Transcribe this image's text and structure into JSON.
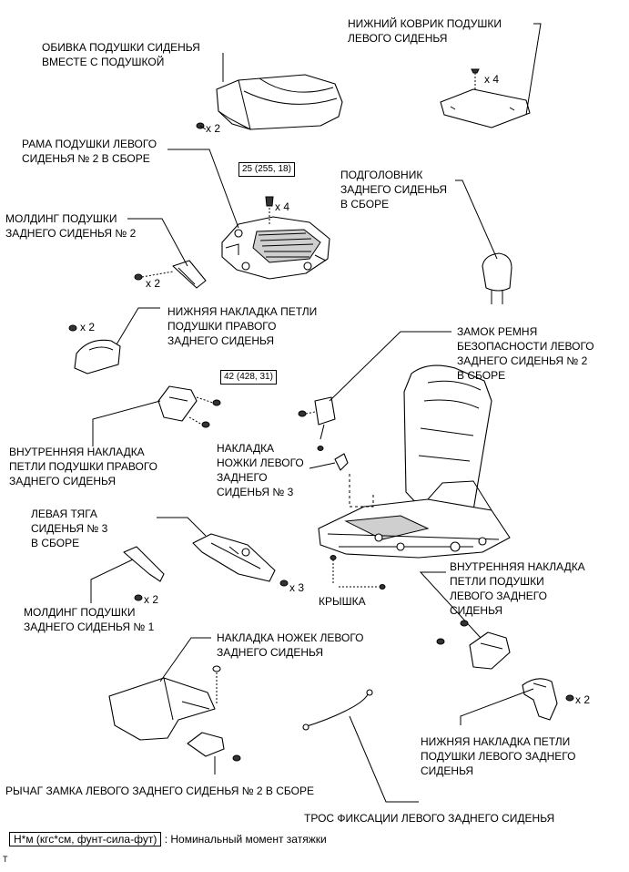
{
  "labels": {
    "cushion_cover": "ОБИВКА ПОДУШКИ СИДЕНЬЯ\nВМЕСТЕ С ПОДУШКОЙ",
    "lower_mat": "НИЖНИЙ КОВРИК ПОДУШКИ\nЛЕВОГО СИДЕНЬЯ",
    "cushion_frame": "РАМА ПОДУШКИ ЛЕВОГО\nСИДЕНЬЯ № 2 В СБОРЕ",
    "headrest": "ПОДГОЛОВНИК\nЗАДНЕГО СИДЕНЬЯ\nВ СБОРЕ",
    "molding_2": "МОЛДИНГ ПОДУШКИ\nЗАДНЕГО СИДЕНЬЯ № 2",
    "lower_hinge_cover_right": "НИЖНЯЯ НАКЛАДКА ПЕТЛИ\nПОДУШКИ ПРАВОГО\nЗАДНЕГО СИДЕНЬЯ",
    "seatbelt_buckle": "ЗАМОК РЕМНЯ\nБЕЗОПАСНОСТИ ЛЕВОГО\nЗАДНЕГО СИДЕНЬЯ № 2\nВ СБОРЕ",
    "inner_hinge_cover_right": "ВНУТРЕННЯЯ НАКЛАДКА\nПЕТЛИ ПОДУШКИ ПРАВОГО\nЗАДНЕГО СИДЕНЬЯ",
    "leg_cover_3": "НАКЛАДКА\nНОЖКИ ЛЕВОГО\nЗАДНЕГО\nСИДЕНЬЯ № 3",
    "left_link_3": "ЛЕВАЯ ТЯГА\nСИДЕНЬЯ № 3\nВ СБОРЕ",
    "inner_hinge_cover_left": "ВНУТРЕННЯЯ НАКЛАДКА\nПЕТЛИ ПОДУШКИ\nЛЕВОГО ЗАДНЕГО\nСИДЕНЬЯ",
    "cover": "КРЫШКА",
    "molding_1": "МОЛДИНГ ПОДУШКИ\nЗАДНЕГО СИДЕНЬЯ № 1",
    "leg_cover_left": "НАКЛАДКА НОЖЕК ЛЕВОГО\nЗАДНЕГО СИДЕНЬЯ",
    "lower_hinge_cover_left": "НИЖНЯЯ НАКЛАДКА ПЕТЛИ\nПОДУШКИ ЛЕВОГО ЗАДНЕГО\nСИДЕНЬЯ",
    "lock_lever": "РЫЧАГ ЗАМКА ЛЕВОГО ЗАДНЕГО СИДЕНЬЯ № 2 В СБОРЕ",
    "lock_cable": "ТРОС ФИКСАЦИИ ЛЕВОГО ЗАДНЕГО СИДЕНЬЯ"
  },
  "quantities": {
    "q_cover": "x 2",
    "q_mat": "x 4",
    "q_frame": "x 4",
    "q_molding2": "x 2",
    "q_lower_right": "x 2",
    "q_link": "x 3",
    "q_molding1": "x 2",
    "q_lower_left": "x 2"
  },
  "torques": {
    "frame_bolt": "25 (255, 18)",
    "buckle_bolt": "42 (428, 31)"
  },
  "legend": {
    "unit": "Н*м (кгс*см, фунт-сила-фут)",
    "description": ": Номинальный момент затяжки"
  },
  "figure_code": "T"
}
